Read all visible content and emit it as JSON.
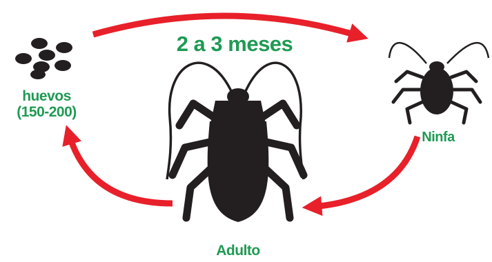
{
  "diagram": {
    "period_label": "2 a 3 meses",
    "stages": {
      "eggs": {
        "label_line1": "huevos",
        "label_line2": "(150-200)"
      },
      "nymph": {
        "label": "Ninfa"
      },
      "adult": {
        "label": "Adulto"
      }
    },
    "colors": {
      "arrow": "#e8202a",
      "label": "#1f9a53",
      "silhouette": "#231f20"
    }
  }
}
